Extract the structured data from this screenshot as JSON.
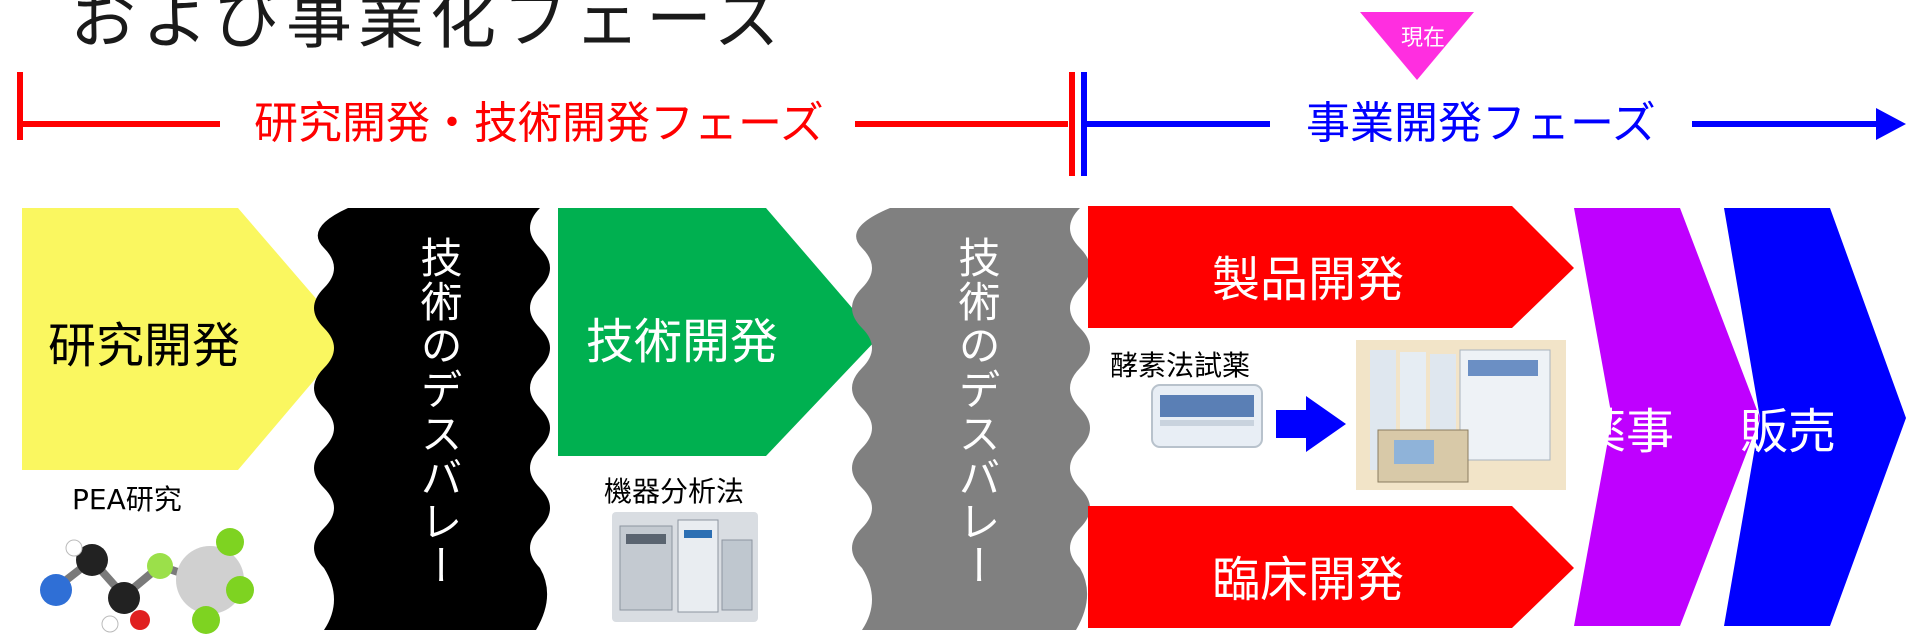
{
  "title": "および事業化フェーズ",
  "current_marker": {
    "label": "現在",
    "color": "#ff2ee0"
  },
  "phases": {
    "research": {
      "label": "研究開発・技術開発フェーズ",
      "color": "#ff0000"
    },
    "business": {
      "label": "事業開発フェーズ",
      "color": "#0000ff"
    }
  },
  "stages": {
    "research_dev": {
      "label": "研究開発",
      "caption": "PEA研究",
      "color": "#faf760",
      "image_icon": "molecule-icon"
    },
    "valley1": {
      "label": "技術のデスバレー",
      "color": "#000000"
    },
    "tech_dev": {
      "label": "技術開発",
      "caption": "機器分析法",
      "color": "#00b050",
      "image_icon": "lab-instrument-icon"
    },
    "valley2": {
      "label": "技術のデスバレー",
      "color": "#808080"
    },
    "product_dev": {
      "label": "製品開発",
      "color": "#ff0000"
    },
    "enzyme": {
      "label": "酵素法試薬",
      "image_icon": "reagent-kit-icon",
      "arrow_icon": "right-arrow-icon"
    },
    "clinical_dev": {
      "label": "臨床開発",
      "color": "#ff0000"
    },
    "regulatory": {
      "label": "薬事",
      "color": "#bf00ff"
    },
    "sales": {
      "label": "販売",
      "color": "#0000ff"
    }
  }
}
